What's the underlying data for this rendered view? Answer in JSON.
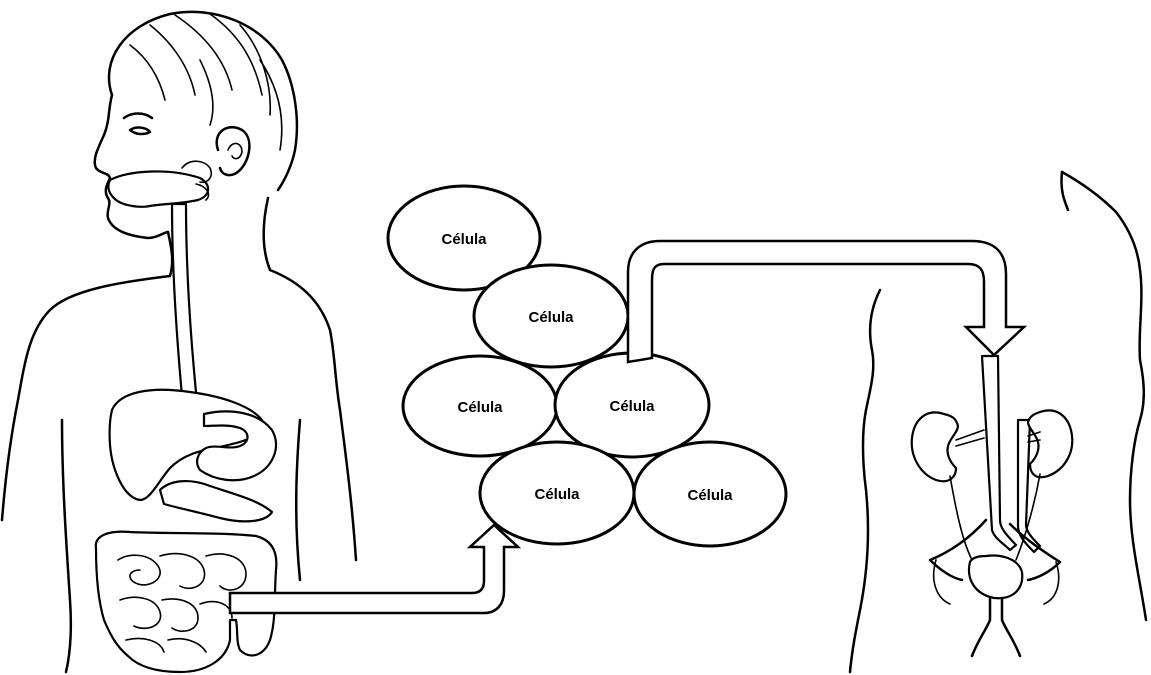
{
  "cells": [
    {
      "label": "Célula"
    },
    {
      "label": "Célula"
    },
    {
      "label": "Célula"
    },
    {
      "label": "Célula"
    },
    {
      "label": "Célula"
    },
    {
      "label": "Célula"
    }
  ],
  "colors": {
    "ink": "#000000",
    "background": "#ffffff"
  },
  "figures": [
    "digestive-system-figure",
    "urinary-system-figure"
  ]
}
